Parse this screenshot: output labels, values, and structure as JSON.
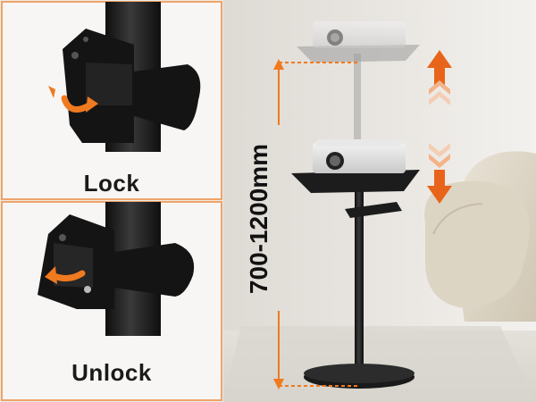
{
  "panels": {
    "lock_label": "Lock",
    "unlock_label": "Unlock"
  },
  "dimension": {
    "height_range": "700-1200mm"
  },
  "icons": {
    "rotate_lock": "rotate-arrow-icon",
    "rotate_unlock": "rotate-arrow-icon",
    "height_up": "up-arrow-icon",
    "height_down": "down-arrow-icon"
  },
  "colors": {
    "accent_orange": "#f07a1f",
    "panel_border": "#f0a46a",
    "stand_black": "#1c1c1c",
    "background": "#ece9e4"
  }
}
